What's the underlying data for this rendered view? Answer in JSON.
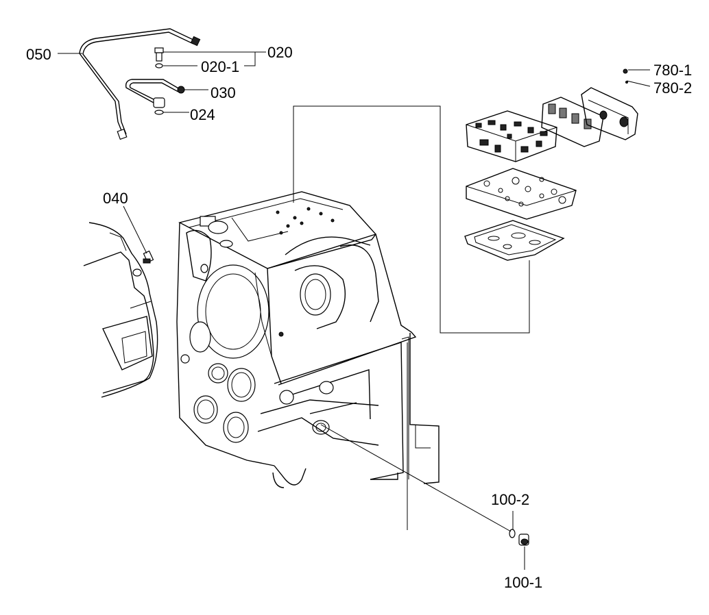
{
  "callouts": {
    "p050": "050",
    "p020": "020",
    "p020_1": "020-1",
    "p030": "030",
    "p024": "024",
    "p040": "040",
    "p780_1": "780-1",
    "p780_2": "780-2",
    "p100_2": "100-2",
    "p100_1": "100-1"
  }
}
